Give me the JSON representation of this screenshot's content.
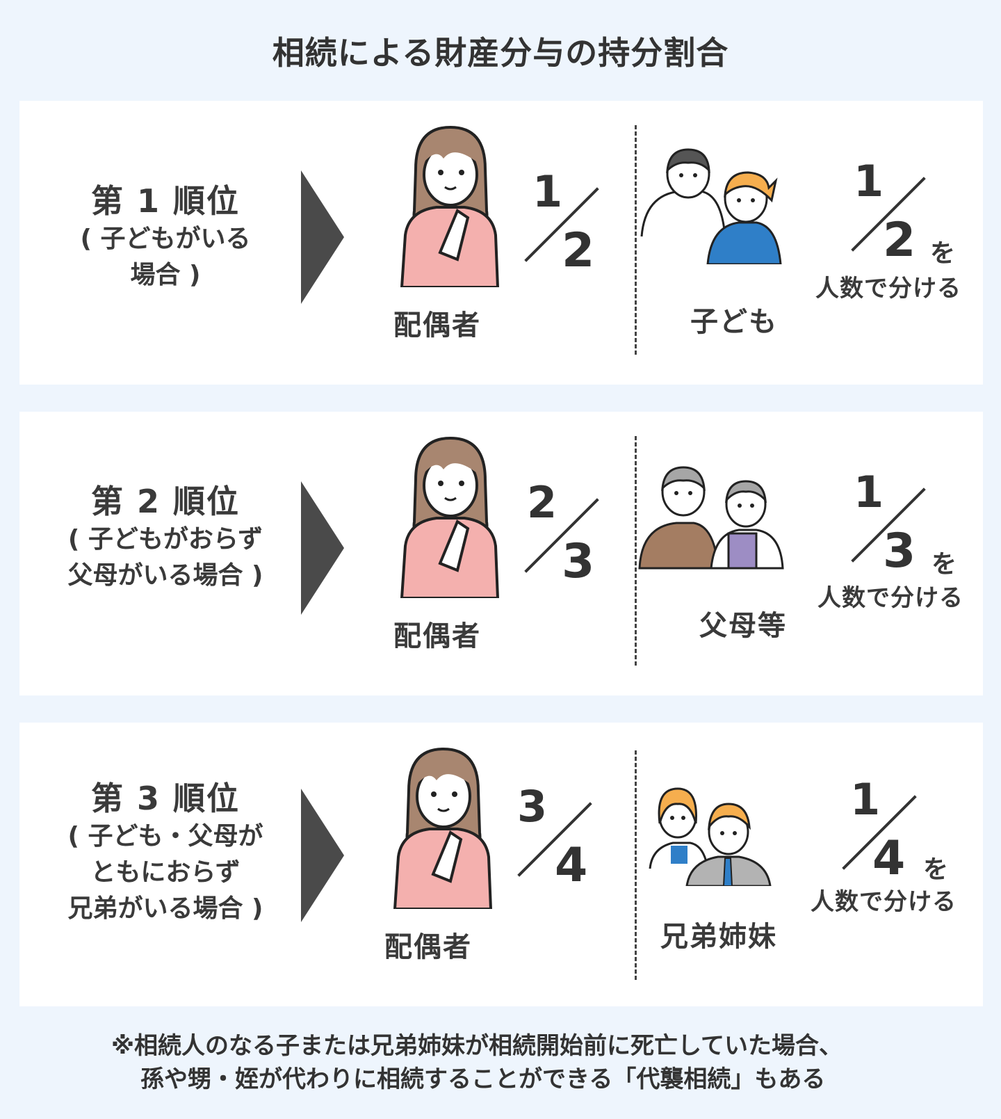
{
  "title": "相続による財産分与の持分割合",
  "colors": {
    "background": "#eef5fd",
    "panel": "#ffffff",
    "text": "#333333",
    "arrow": "#4a4a4a",
    "spouse_shirt": "#f4b0ae",
    "spouse_hair": "#a88670",
    "child_jacket": "#2f7fc8",
    "child_hair_orange": "#f6ae4e",
    "child_hair_dark": "#555555",
    "parent_sweater": "#a47d62",
    "parent_hair_gray": "#a6a6a6",
    "parent_top_purple": "#9d8dc4",
    "sibling_suit": "#b3b3b3",
    "sibling_tie": "#2f7fc8"
  },
  "rows": [
    {
      "rank_title": "第 1 順位",
      "rank_condition": "( 子どもがいる\n場合 )",
      "spouse_label": "配偶者",
      "spouse_share": {
        "numerator": "1",
        "denominator": "2"
      },
      "heir_label": "子ども",
      "heir_icon": "children-illustration",
      "heir_share": {
        "numerator": "1",
        "denominator": "2"
      },
      "heir_suffix": "を",
      "heir_note": "人数で分ける"
    },
    {
      "rank_title": "第 2 順位",
      "rank_condition": "( 子どもがおらず\n父母がいる場合 )",
      "spouse_label": "配偶者",
      "spouse_share": {
        "numerator": "2",
        "denominator": "3"
      },
      "heir_label": "父母等",
      "heir_icon": "parents-illustration",
      "heir_share": {
        "numerator": "1",
        "denominator": "3"
      },
      "heir_suffix": "を",
      "heir_note": "人数で分ける"
    },
    {
      "rank_title": "第 3 順位",
      "rank_condition": "( 子ども・父母が\nともにおらず\n兄弟がいる場合 )",
      "spouse_label": "配偶者",
      "spouse_share": {
        "numerator": "3",
        "denominator": "4"
      },
      "heir_label": "兄弟姉妹",
      "heir_icon": "siblings-illustration",
      "heir_share": {
        "numerator": "1",
        "denominator": "4"
      },
      "heir_suffix": "を",
      "heir_note": "人数で分ける"
    }
  ],
  "footnote": {
    "line1": "※相続人のなる子または兄弟姉妹が相続開始前に死亡していた場合、",
    "line2": "孫や甥・姪が代わりに相続することができる「代襲相続」もある"
  }
}
